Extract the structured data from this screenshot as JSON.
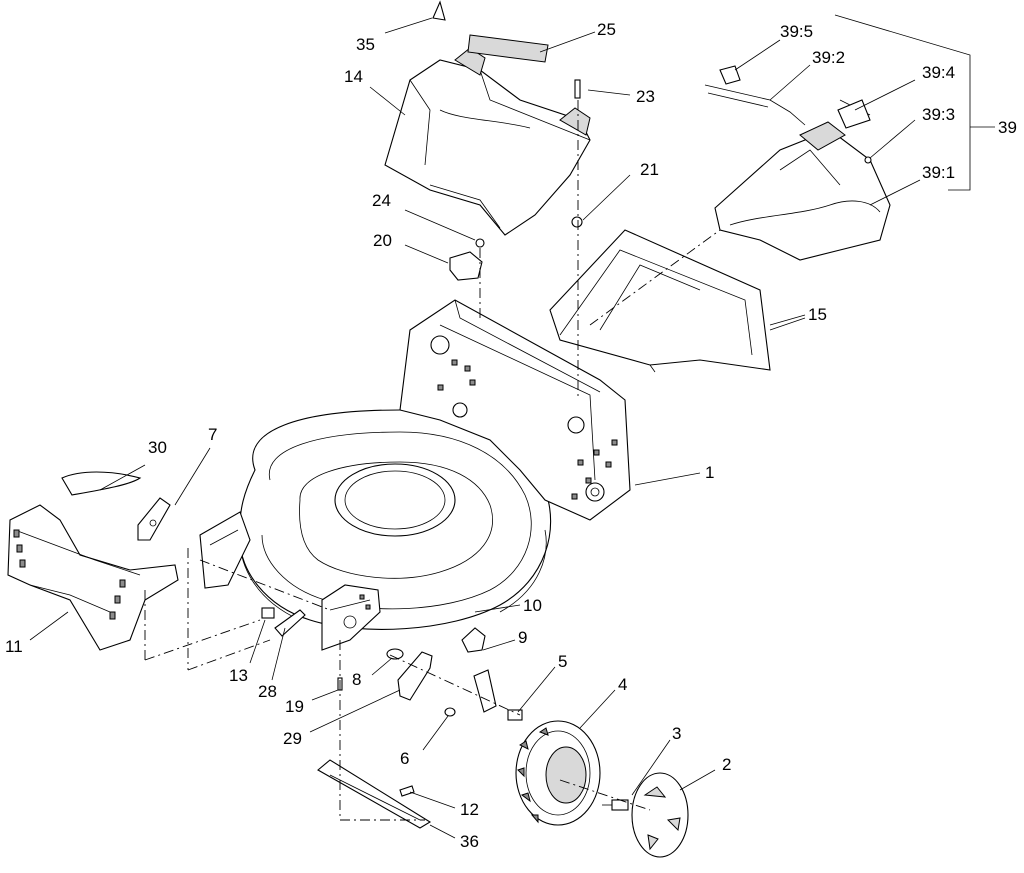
{
  "labels": {
    "l1": "1",
    "l2": "2",
    "l3": "3",
    "l4": "4",
    "l5": "5",
    "l6": "6",
    "l7": "7",
    "l8": "8",
    "l9": "9",
    "l10": "10",
    "l11": "11",
    "l12": "12",
    "l13": "13",
    "l14": "14",
    "l15": "15",
    "l19": "19",
    "l20": "20",
    "l21": "21",
    "l23": "23",
    "l24": "24",
    "l25": "25",
    "l28": "28",
    "l29": "29",
    "l30": "30",
    "l35": "35",
    "l36": "36",
    "l39": "39",
    "l39_1": "39:1",
    "l39_2": "39:2",
    "l39_3": "39:3",
    "l39_4": "39:4",
    "l39_5": "39:5"
  }
}
